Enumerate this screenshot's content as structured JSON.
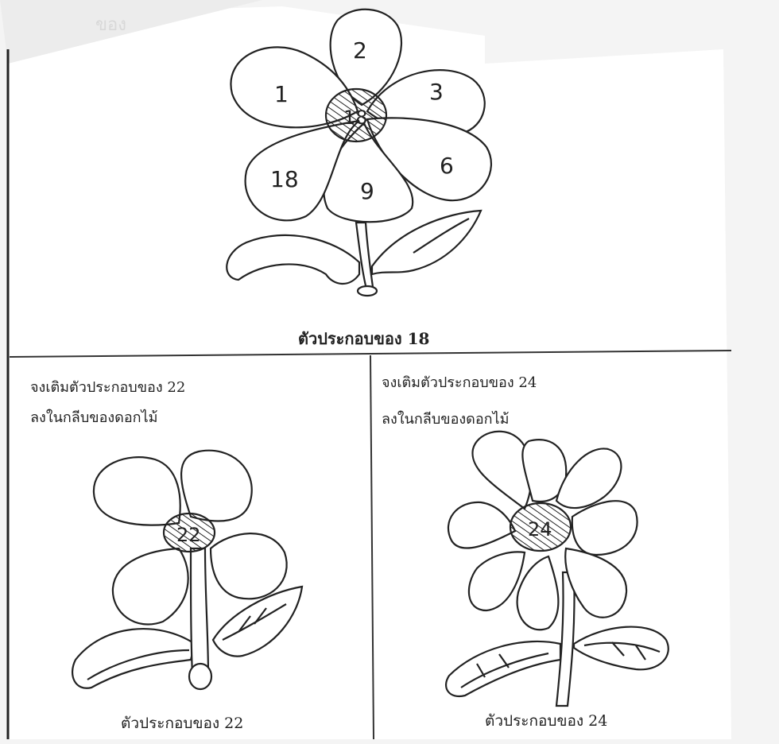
{
  "header_smudge": "ของ",
  "top": {
    "center": "18",
    "petals": [
      "2",
      "3",
      "6",
      "9",
      "18",
      "1"
    ],
    "caption": "ตัวประกอบของ 18"
  },
  "left": {
    "instruction_line1": "จงเติมตัวประกอบของ 22",
    "instruction_line2": "ลงในกลีบของดอกไม้",
    "center": "22",
    "caption": "ตัวประกอบของ 22"
  },
  "right": {
    "instruction_line1": "จงเติมตัวประกอบของ 24",
    "instruction_line2": "ลงในกลีบของดอกไม้",
    "center": "24",
    "caption": "ตัวประกอบของ 24"
  }
}
